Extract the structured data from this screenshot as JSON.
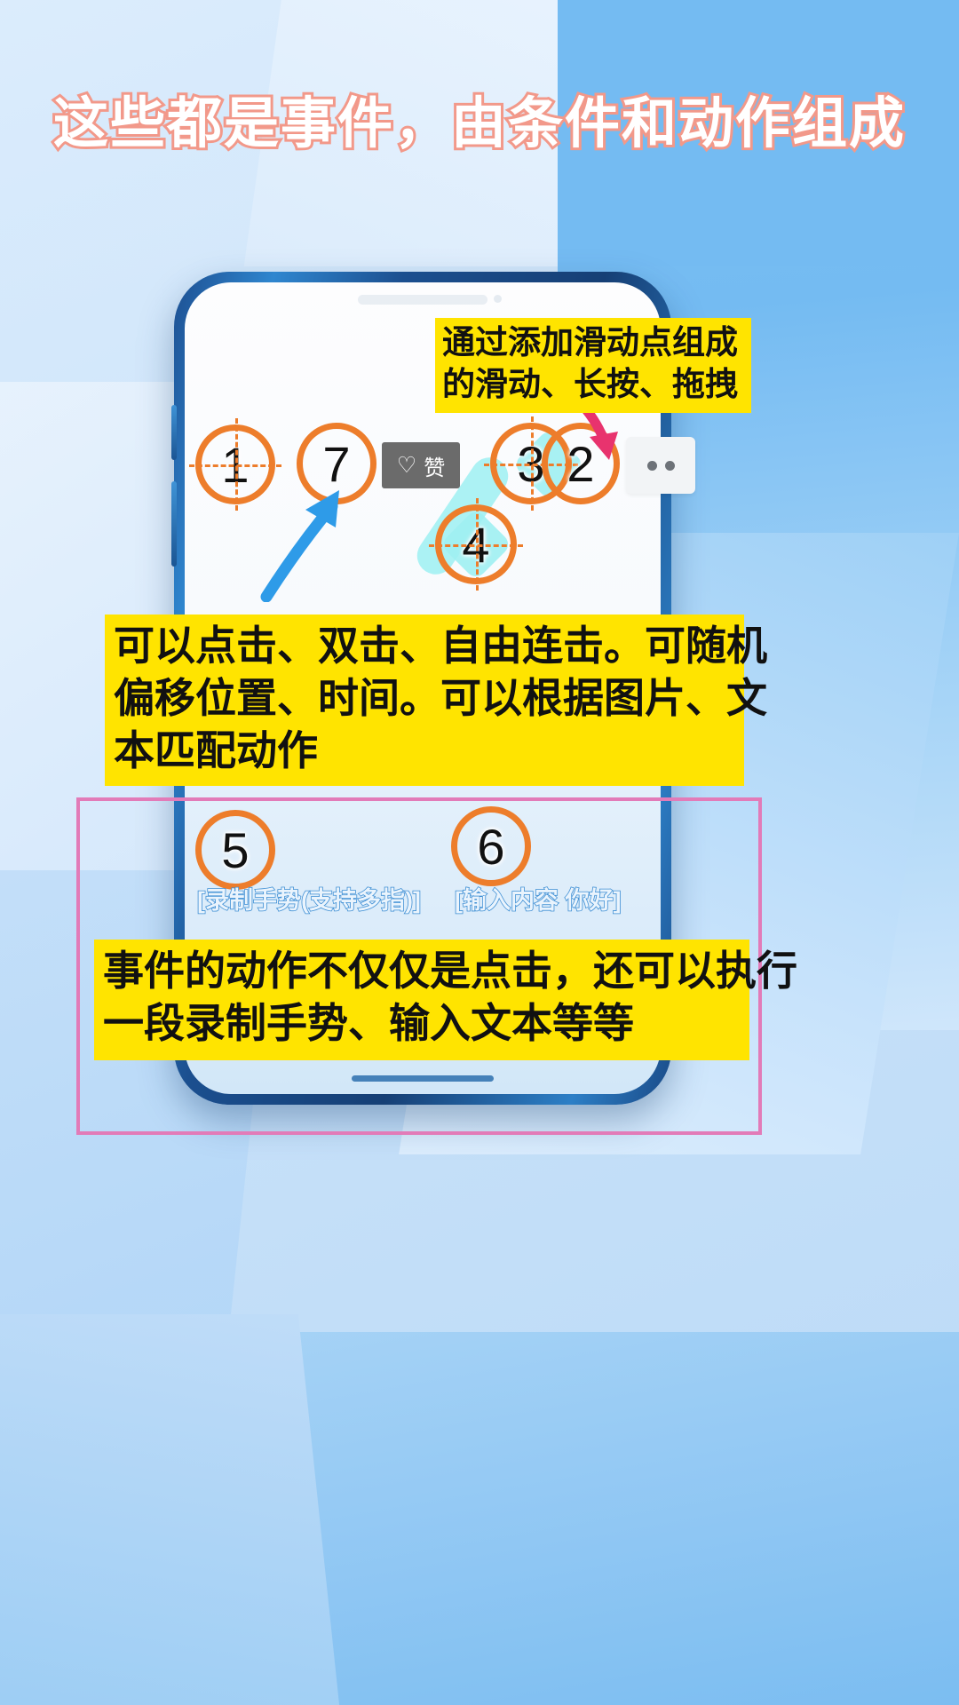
{
  "title": "这些都是事件，由条件和动作组成",
  "title_color": "#ffffff",
  "title_outline_color": "#f2998a",
  "accent_orange": "#ED7D2B",
  "highlight_yellow": "#FFE400",
  "pink_frame": "#E27BB8",
  "phone": {
    "screen_ui": {
      "like_button": {
        "icon": "heart-icon",
        "label": "赞"
      },
      "more_button": {
        "icon": "more-dots-icon",
        "label": ""
      }
    },
    "markers": [
      {
        "id": "m1",
        "number": "1",
        "crosshair": true
      },
      {
        "id": "m7",
        "number": "7",
        "crosshair": false
      },
      {
        "id": "m3",
        "number": "3",
        "crosshair": true
      },
      {
        "id": "m2",
        "number": "2",
        "crosshair": false
      },
      {
        "id": "m4",
        "number": "4",
        "crosshair": true
      },
      {
        "id": "m5",
        "number": "5",
        "crosshair": false
      },
      {
        "id": "m6",
        "number": "6",
        "crosshair": false
      }
    ],
    "labels": {
      "gesture": "[录制手势(支持多指)]",
      "input": "[输入内容 你好]"
    }
  },
  "annotations": {
    "top_right": {
      "lines": [
        "通过添加滑动点组成",
        "的滑动、长按、拖拽"
      ]
    },
    "middle": {
      "lines": [
        "可以点击、双击、自由连击。可随机",
        "偏移位置、时间。可以根据图片、文",
        "本匹配动作"
      ]
    },
    "bottom": {
      "lines": [
        "事件的动作不仅仅是点击，还可以执行",
        "一段录制手势、输入文本等等"
      ]
    }
  },
  "arrows": {
    "blue_arrow": {
      "color": "#2E9BE8",
      "points_to": "marker-1-area"
    },
    "pink_arrow": {
      "color": "#E8336E",
      "points_to": "marker-2-area"
    }
  }
}
